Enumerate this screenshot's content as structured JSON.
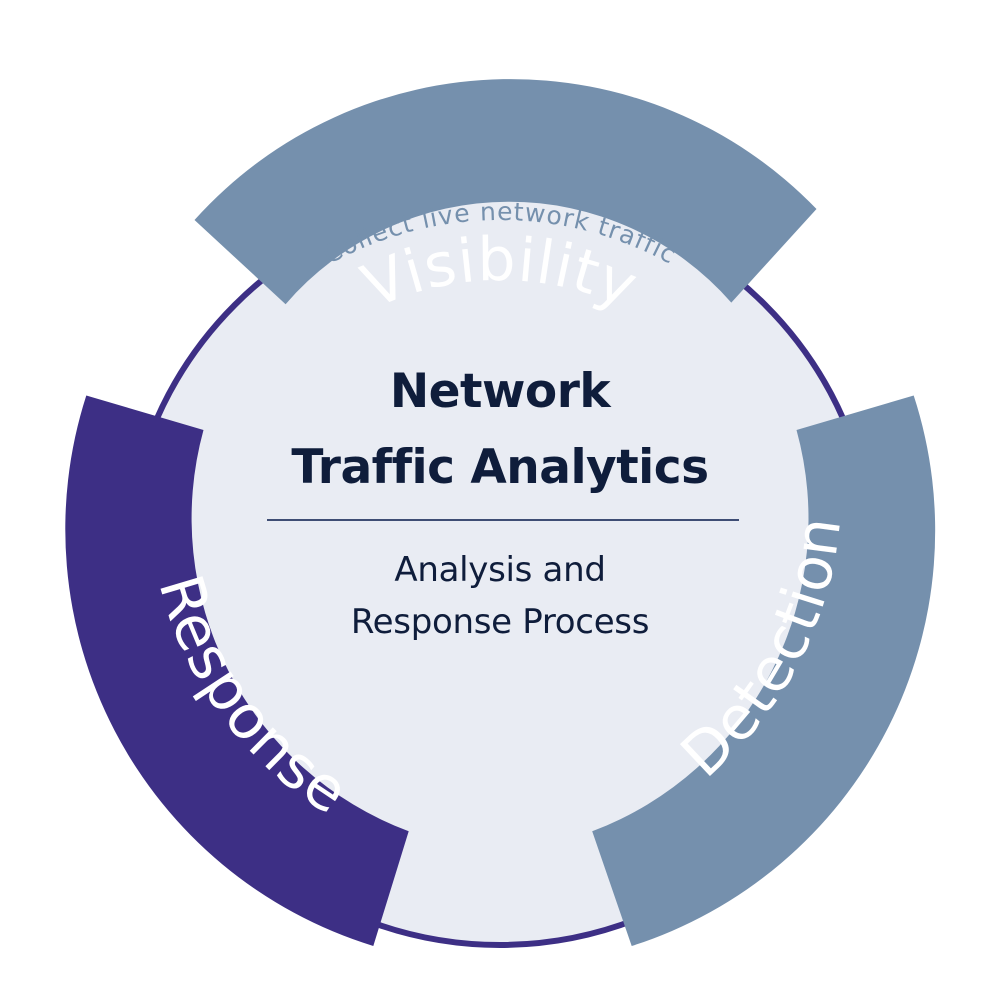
{
  "diagram": {
    "title_line_1": "Network",
    "title_line_2": "Traffic Analytics",
    "subtitle_line_1": "Analysis and",
    "subtitle_line_2": "Response Process",
    "caption": "Collect live network traffic",
    "segments": [
      {
        "id": "visibility",
        "label": "Visibility",
        "color": "#7590ad"
      },
      {
        "id": "detection",
        "label": "Detection",
        "color": "#7590ad"
      },
      {
        "id": "response",
        "label": "Response",
        "color": "#3d2f85"
      }
    ],
    "colors": {
      "circle_fill": "#e9ecf3",
      "circle_ring": "#3d2f85",
      "text_dark": "#0f1d3b",
      "divider": "#3e4d74"
    }
  }
}
